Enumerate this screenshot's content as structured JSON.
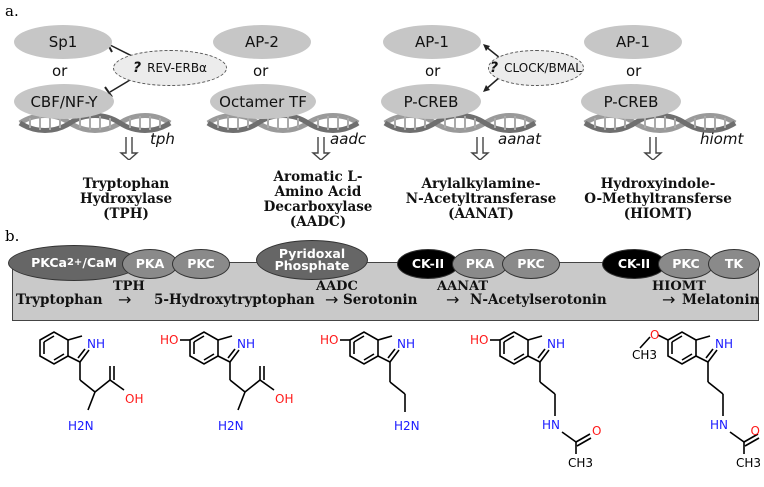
{
  "panel_a_label": "a.",
  "panel_b_label": "b.",
  "or_word": "or",
  "question_mark": "?",
  "columns": [
    {
      "top_factor": "Sp1",
      "bottom_factor": "CBF/NF-Y",
      "regulator": "REV-ERBα",
      "gene": "tph",
      "enzyme": "Tryptophan\nHydroxylase\n(TPH)"
    },
    {
      "top_factor": "AP-2",
      "bottom_factor": "Octamer TF",
      "gene": "aadc",
      "enzyme": "Aromatic L-\nAmino Acid\nDecarboxylase\n(AADC)"
    },
    {
      "top_factor": "AP-1",
      "bottom_factor": "P-CREB",
      "regulator": "CLOCK/BMAL",
      "gene": "aanat",
      "enzyme": "Arylalkylamine-\nN-Acetyltransferase\n(AANAT)"
    },
    {
      "top_factor": "AP-1",
      "bottom_factor": "P-CREB",
      "gene": "hiomt",
      "enzyme": "Hydroxyindole-\nO-Methyltransferse\n(HIOMT)"
    }
  ],
  "cofactors": {
    "pkca_main": "PKCa",
    "pkca_sup": "2+",
    "pkca_tail": "/CaM",
    "pka1": "PKA",
    "pkc1": "PKC",
    "pyridoxal": "Pyridoxal",
    "phosphate": "Phosphate",
    "ck2a": "CK-II",
    "pka2": "PKA",
    "pkc2": "PKC",
    "ck2b": "CK-II",
    "pkc3": "PKC",
    "tk": "TK"
  },
  "pathway": {
    "compounds": [
      "Tryptophan",
      "5-Hydroxytryptophan",
      "Serotonin",
      "N-Acetylserotonin",
      "Melatonin"
    ],
    "enzymes": [
      "TPH",
      "AADC",
      "AANAT",
      "HIOMT"
    ],
    "arrow": "→"
  },
  "atoms": {
    "nh": "NH",
    "oh": "OH",
    "ho": "HO",
    "h2n": "H2N",
    "hn": "HN",
    "o": "O",
    "ch3": "CH3"
  },
  "colors": {
    "ellipse": "#c6c6c6",
    "bar": "#c9c9c9",
    "nitrogen": "#1a1aff",
    "oxygen": "#ff1a1a"
  }
}
